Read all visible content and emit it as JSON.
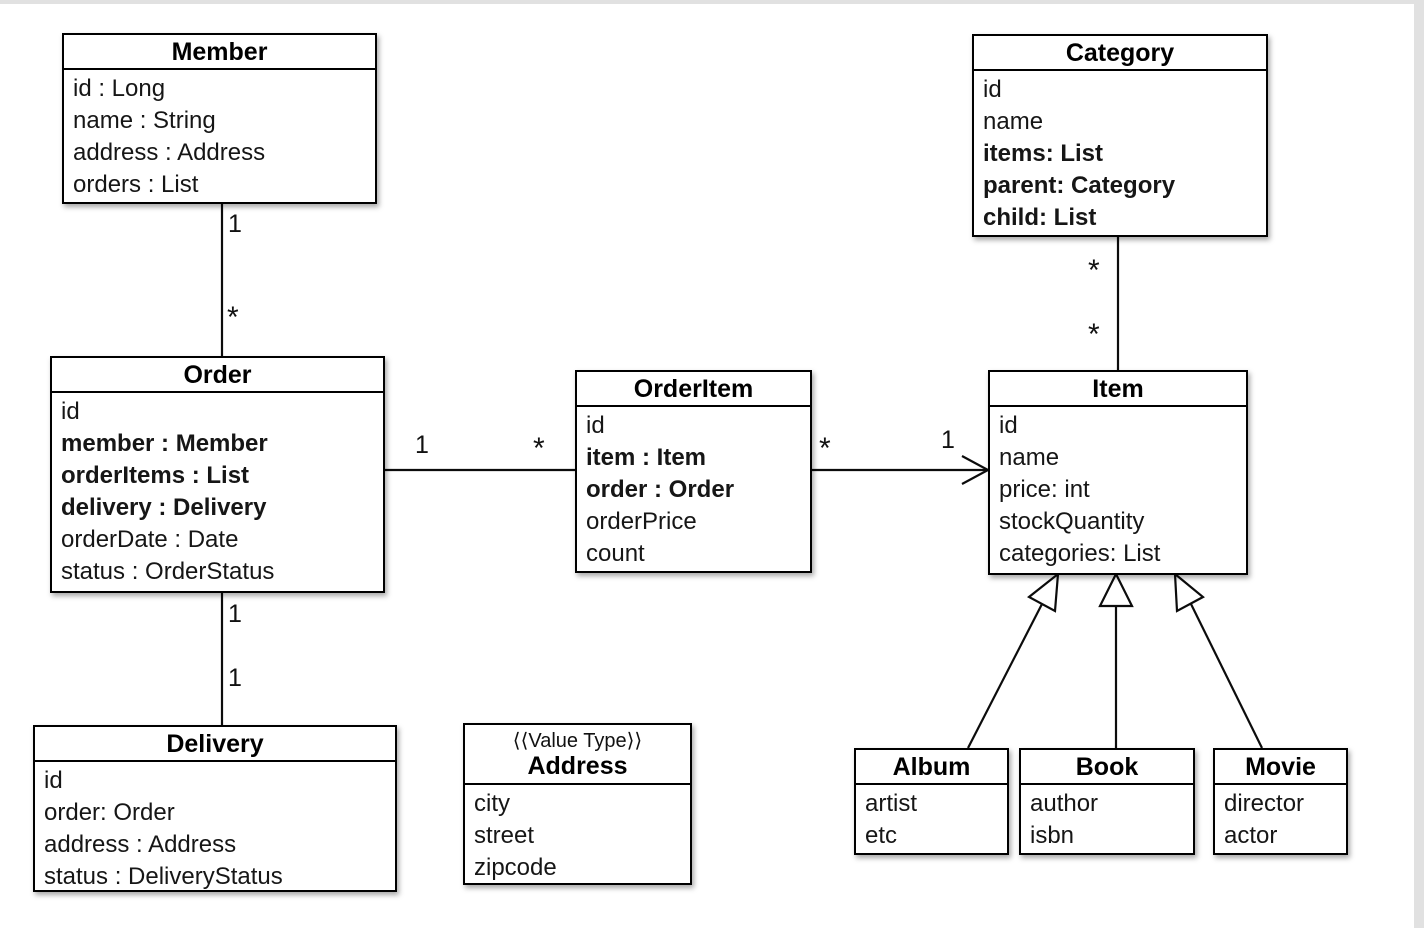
{
  "diagram_type": "uml-class-diagram",
  "frame": {
    "border_color": "#e1e1e1",
    "line_color": "#0c0c0c"
  },
  "classes": [
    {
      "name": "Member",
      "attributes": [
        {
          "text": "id : Long",
          "bold": false
        },
        {
          "text": "name : String",
          "bold": false
        },
        {
          "text": "address : Address",
          "bold": false
        },
        {
          "text": "orders : List",
          "bold": false
        }
      ]
    },
    {
      "name": "Category",
      "attributes": [
        {
          "text": "id",
          "bold": false
        },
        {
          "text": "name",
          "bold": false
        },
        {
          "text": "items: List",
          "bold": true
        },
        {
          "text": "parent: Category",
          "bold": true
        },
        {
          "text": "child: List",
          "bold": true
        }
      ]
    },
    {
      "name": "Order",
      "attributes": [
        {
          "text": "id",
          "bold": false
        },
        {
          "text": "member : Member",
          "bold": true
        },
        {
          "text": "orderItems : List",
          "bold": true
        },
        {
          "text": "delivery : Delivery",
          "bold": true
        },
        {
          "text": "orderDate : Date",
          "bold": false
        },
        {
          "text": "status : OrderStatus",
          "bold": false
        }
      ]
    },
    {
      "name": "OrderItem",
      "attributes": [
        {
          "text": "id",
          "bold": false
        },
        {
          "text": "item : Item",
          "bold": true
        },
        {
          "text": "order : Order",
          "bold": true
        },
        {
          "text": "orderPrice",
          "bold": false
        },
        {
          "text": "count",
          "bold": false
        }
      ]
    },
    {
      "name": "Item",
      "attributes": [
        {
          "text": "id",
          "bold": false
        },
        {
          "text": "name",
          "bold": false
        },
        {
          "text": "price: int",
          "bold": false
        },
        {
          "text": "stockQuantity",
          "bold": false
        },
        {
          "text": "categories: List",
          "bold": false
        }
      ]
    },
    {
      "name": "Delivery",
      "attributes": [
        {
          "text": "id",
          "bold": false
        },
        {
          "text": "order: Order",
          "bold": false
        },
        {
          "text": "address : Address",
          "bold": false
        },
        {
          "text": "status : DeliveryStatus",
          "bold": false
        }
      ]
    },
    {
      "name": "Address",
      "stereotype": "⟨⟨Value Type⟩⟩",
      "attributes": [
        {
          "text": "city",
          "bold": false
        },
        {
          "text": "street",
          "bold": false
        },
        {
          "text": "zipcode",
          "bold": false
        }
      ]
    },
    {
      "name": "Album",
      "attributes": [
        {
          "text": "artist",
          "bold": false
        },
        {
          "text": "etc",
          "bold": false
        }
      ]
    },
    {
      "name": "Book",
      "attributes": [
        {
          "text": "author",
          "bold": false
        },
        {
          "text": "isbn",
          "bold": false
        }
      ]
    },
    {
      "name": "Movie",
      "attributes": [
        {
          "text": "director",
          "bold": false
        },
        {
          "text": "actor",
          "bold": false
        }
      ]
    }
  ],
  "relationships": {
    "member_order": {
      "source": "Member",
      "target": "Order",
      "source_label": "1",
      "target_label": "*"
    },
    "order_orderitem": {
      "source": "Order",
      "target": "OrderItem",
      "source_label": "1",
      "target_label": "*"
    },
    "orderitem_item": {
      "source": "OrderItem",
      "target": "Item",
      "source_label": "*",
      "target_label": "1",
      "arrow": "open-arrowhead"
    },
    "category_item": {
      "source": "Category",
      "target": "Item",
      "source_label": "*",
      "target_label": "*"
    },
    "order_delivery": {
      "source": "Order",
      "target": "Delivery",
      "source_label": "1",
      "target_label": "1"
    },
    "generalizations": [
      {
        "parent": "Item",
        "child": "Album"
      },
      {
        "parent": "Item",
        "child": "Book"
      },
      {
        "parent": "Item",
        "child": "Movie"
      }
    ]
  }
}
